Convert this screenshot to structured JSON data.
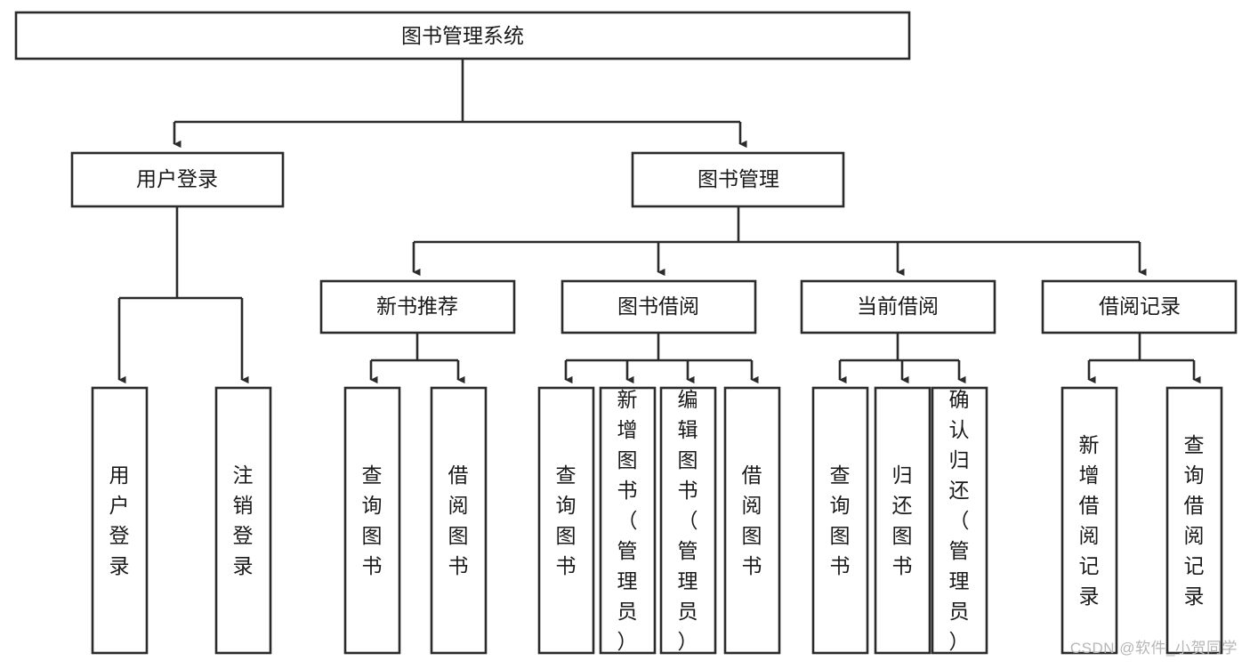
{
  "diagram": {
    "title": "图书管理系统",
    "type": "hierarchy-tree",
    "style": {
      "box_fill": "#ffffff",
      "box_stroke": "#2b2b2b",
      "text_color": "#1a1a1a",
      "watermark_color": "#b6b6b6",
      "background": "#ffffff"
    },
    "root": {
      "label": "图书管理系统"
    },
    "level2": [
      {
        "label": "用户登录"
      },
      {
        "label": "图书管理"
      }
    ],
    "level3": [
      {
        "label": "新书推荐"
      },
      {
        "label": "图书借阅"
      },
      {
        "label": "当前借阅"
      },
      {
        "label": "借阅记录"
      }
    ],
    "leaves": {
      "user_login": [
        {
          "label": "用户登录"
        },
        {
          "label": "注销登录"
        }
      ],
      "new_book_recommend": [
        {
          "label": "查询图书"
        },
        {
          "label": "借阅图书"
        }
      ],
      "book_borrow": [
        {
          "label": "查询图书"
        },
        {
          "label": "新增图书（管理员）"
        },
        {
          "label": "编辑图书（管理员）"
        },
        {
          "label": "借阅图书"
        }
      ],
      "current_borrow": [
        {
          "label": "查询图书"
        },
        {
          "label": "归还图书"
        },
        {
          "label": "确认归还（管理员）"
        }
      ],
      "borrow_record": [
        {
          "label": "新增借阅记录"
        },
        {
          "label": "查询借阅记录"
        }
      ]
    }
  },
  "watermark": {
    "text": "CSDN @软件_小贺同学"
  }
}
